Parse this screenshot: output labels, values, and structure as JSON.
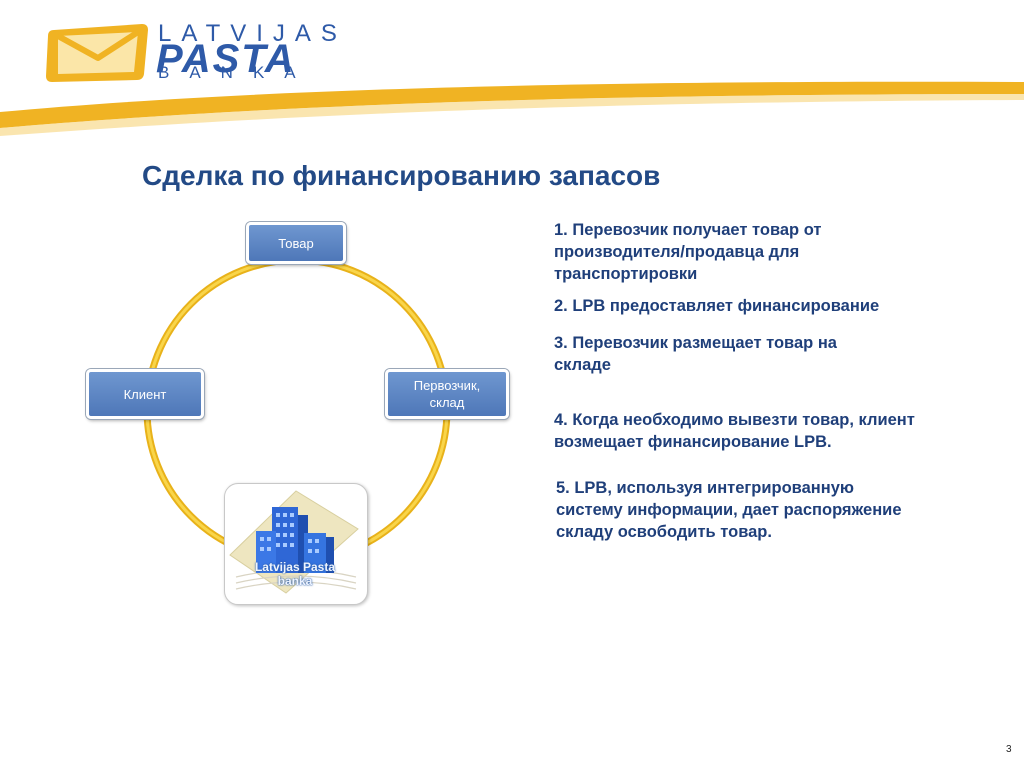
{
  "logo": {
    "line1": "LATVIJAS",
    "line2": "PASTA",
    "line3": "BANKA",
    "colors": {
      "blue": "#2e5aa8",
      "gold": "#f0b323"
    }
  },
  "slide": {
    "title": "Сделка по финансированию запасов",
    "page_number": "3"
  },
  "diagram": {
    "nodes": {
      "goods": "Товар",
      "client": "Клиент",
      "carrier": "Первозчик,\nсклад"
    },
    "bank_label": "Latvijas Pasta\nbanka",
    "ring_color": "#f2c21b",
    "node_color": "#5b83c2"
  },
  "steps": [
    "1. Перевозчик получает товар от производителя/продавца для транспортировки",
    "2. LPB предоставляет финансирование",
    "3. Перевозчик размещает товар на складе",
    "4. Когда необходимо вывезти товар, клиент возмещает финансирование LPB.",
    "5. LPB, используя интегрированную систему информации, дает распоряжение складу освободить товар."
  ]
}
